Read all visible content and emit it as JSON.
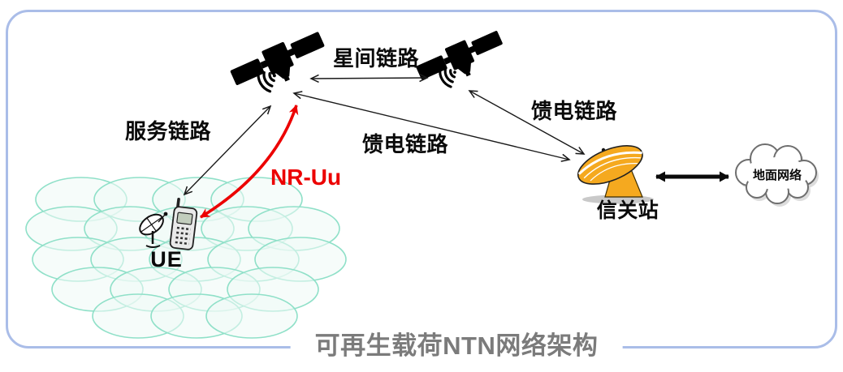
{
  "figure": {
    "title": "可再生载荷NTN网络架构",
    "labels": {
      "inter_satellite_link": "星间链路",
      "service_link": "服务链路",
      "nr_uu": "NR-Uu",
      "feeder_link_main": "馈电链路",
      "feeder_link_right": "馈电链路",
      "gateway_station": "信关站",
      "ue": "UE",
      "ground_network": "地面网络"
    },
    "colors": {
      "frame_border": "#aabde8",
      "link_arrow": "#1a1a1a",
      "nr_uu_red": "#ec0000",
      "gateway_dish_orange": "#f5a91f",
      "beam_cell_teal": "#8fe0c8",
      "title_gray": "#7b7b7b"
    },
    "icons": {
      "satellite_left": "satellite-icon",
      "satellite_right": "satellite-icon",
      "signal_waves": "signal-waves-icon",
      "gateway": "satellite-dish-icon",
      "ue_phone": "mobile-phone-icon",
      "ue_dish": "small-dish-icon",
      "ground_cloud": "cloud-icon"
    }
  }
}
